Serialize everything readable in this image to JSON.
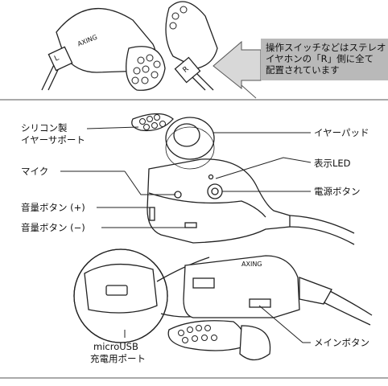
{
  "note": {
    "lines": [
      "操作スイッチなどはステレオ",
      "イヤホンの「R」側に全て",
      "配置されています"
    ]
  },
  "labels": {
    "silicone_support_1": "シリコン製",
    "silicone_support_2": "イヤーサポート",
    "mic": "マイク",
    "vol_up": "音量ボタン (+)",
    "vol_down": "音量ボタン (−)",
    "ear_pad": "イヤーパッド",
    "led": "表示LED",
    "power": "電源ボタン",
    "main_button": "メインボタン",
    "usb_1": "microUSB",
    "usb_2": "充電用ポート"
  },
  "device_marks": {
    "brand": "AXING",
    "left": "L",
    "right": "R"
  },
  "colors": {
    "rule": "#555555",
    "note_bg": "#b9b9b9",
    "arrow_fill": "#d8d8d8"
  }
}
